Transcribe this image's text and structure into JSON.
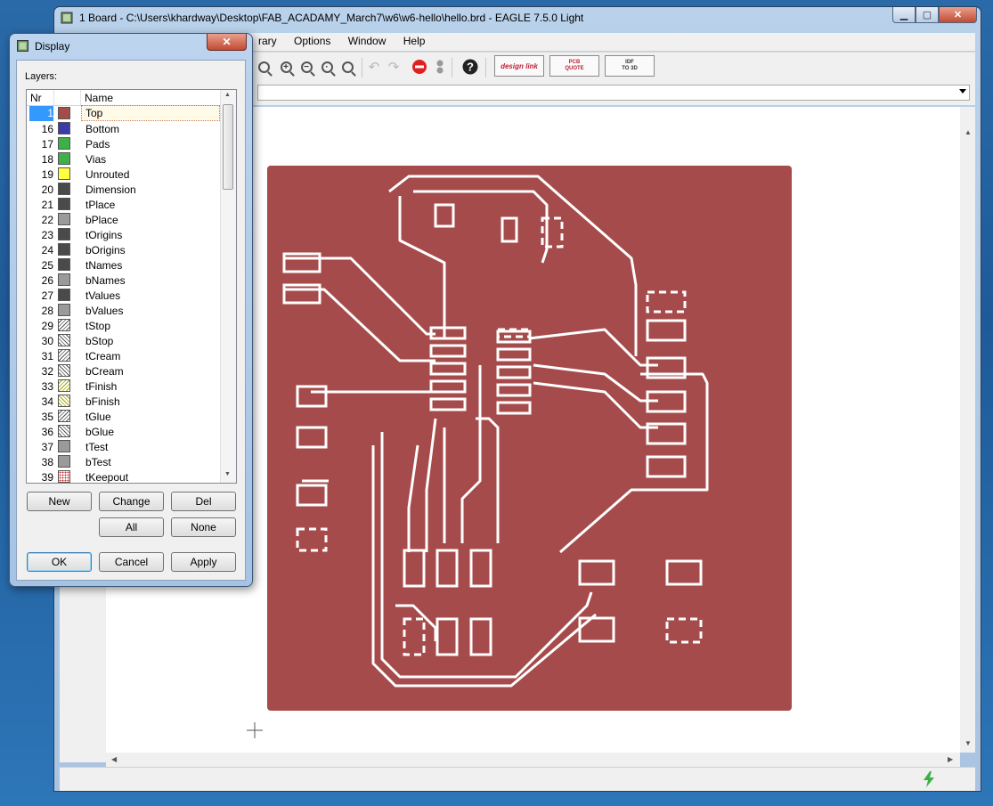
{
  "window": {
    "title": "1 Board - C:\\Users\\khardway\\Desktop\\FAB_ACADAMY_March7\\w6\\w6-hello\\hello.brd - EAGLE 7.5.0 Light",
    "menu": [
      "rary",
      "Options",
      "Window",
      "Help"
    ]
  },
  "toolbar": {
    "buttons": [
      "zoom-fit-icon",
      "zoom-in-icon",
      "zoom-out-icon",
      "zoom-redraw-icon",
      "zoom-select-icon",
      "undo-icon",
      "redo-icon",
      "stop-icon",
      "go-icon",
      "help-icon"
    ],
    "designlink": "design link",
    "pcb_quote_line1": "PCB",
    "pcb_quote_line2": "QUOTE",
    "idf_line1": "IDF",
    "idf_line2": "TO 3D"
  },
  "colors": {
    "copper": "#a64b4b",
    "selection": "#3399ff"
  },
  "dialog": {
    "title": "Display",
    "layers_label": "Layers:",
    "col_nr": "Nr",
    "col_name": "Name",
    "layers": [
      {
        "nr": "1",
        "name": "Top",
        "color": "#a64b4b",
        "fill": "solid",
        "selected": true
      },
      {
        "nr": "16",
        "name": "Bottom",
        "color": "#3a3aa8",
        "fill": "solid"
      },
      {
        "nr": "17",
        "name": "Pads",
        "color": "#3eb04a",
        "fill": "solid"
      },
      {
        "nr": "18",
        "name": "Vias",
        "color": "#3eb04a",
        "fill": "solid"
      },
      {
        "nr": "19",
        "name": "Unrouted",
        "color": "#ffff40",
        "fill": "solid"
      },
      {
        "nr": "20",
        "name": "Dimension",
        "color": "#4a4a4a",
        "fill": "solid"
      },
      {
        "nr": "21",
        "name": "tPlace",
        "color": "#4a4a4a",
        "fill": "solid"
      },
      {
        "nr": "22",
        "name": "bPlace",
        "color": "#9a9a9a",
        "fill": "solid"
      },
      {
        "nr": "23",
        "name": "tOrigins",
        "color": "#4a4a4a",
        "fill": "solid"
      },
      {
        "nr": "24",
        "name": "bOrigins",
        "color": "#4a4a4a",
        "fill": "solid"
      },
      {
        "nr": "25",
        "name": "tNames",
        "color": "#4a4a4a",
        "fill": "solid"
      },
      {
        "nr": "26",
        "name": "bNames",
        "color": "#9a9a9a",
        "fill": "solid"
      },
      {
        "nr": "27",
        "name": "tValues",
        "color": "#4a4a4a",
        "fill": "solid"
      },
      {
        "nr": "28",
        "name": "bValues",
        "color": "#9a9a9a",
        "fill": "solid"
      },
      {
        "nr": "29",
        "name": "tStop",
        "color": "#555555",
        "fill": "hatch-fw"
      },
      {
        "nr": "30",
        "name": "bStop",
        "color": "#555555",
        "fill": "hatch-bw"
      },
      {
        "nr": "31",
        "name": "tCream",
        "color": "#555555",
        "fill": "hatch-fw"
      },
      {
        "nr": "32",
        "name": "bCream",
        "color": "#555555",
        "fill": "hatch-bw"
      },
      {
        "nr": "33",
        "name": "tFinish",
        "color": "#a3a300",
        "fill": "hatch-fy"
      },
      {
        "nr": "34",
        "name": "bFinish",
        "color": "#a3a300",
        "fill": "hatch-by"
      },
      {
        "nr": "35",
        "name": "tGlue",
        "color": "#555555",
        "fill": "hatch-fw"
      },
      {
        "nr": "36",
        "name": "bGlue",
        "color": "#555555",
        "fill": "hatch-bw"
      },
      {
        "nr": "37",
        "name": "tTest",
        "color": "#9a9a9a",
        "fill": "solid"
      },
      {
        "nr": "38",
        "name": "bTest",
        "color": "#9a9a9a",
        "fill": "solid"
      },
      {
        "nr": "39",
        "name": "tKeepout",
        "color": "#cc3333",
        "fill": "dots-r"
      }
    ],
    "buttons": {
      "new": "New",
      "change": "Change",
      "del": "Del",
      "all": "All",
      "none": "None",
      "ok": "OK",
      "cancel": "Cancel",
      "apply": "Apply"
    }
  }
}
